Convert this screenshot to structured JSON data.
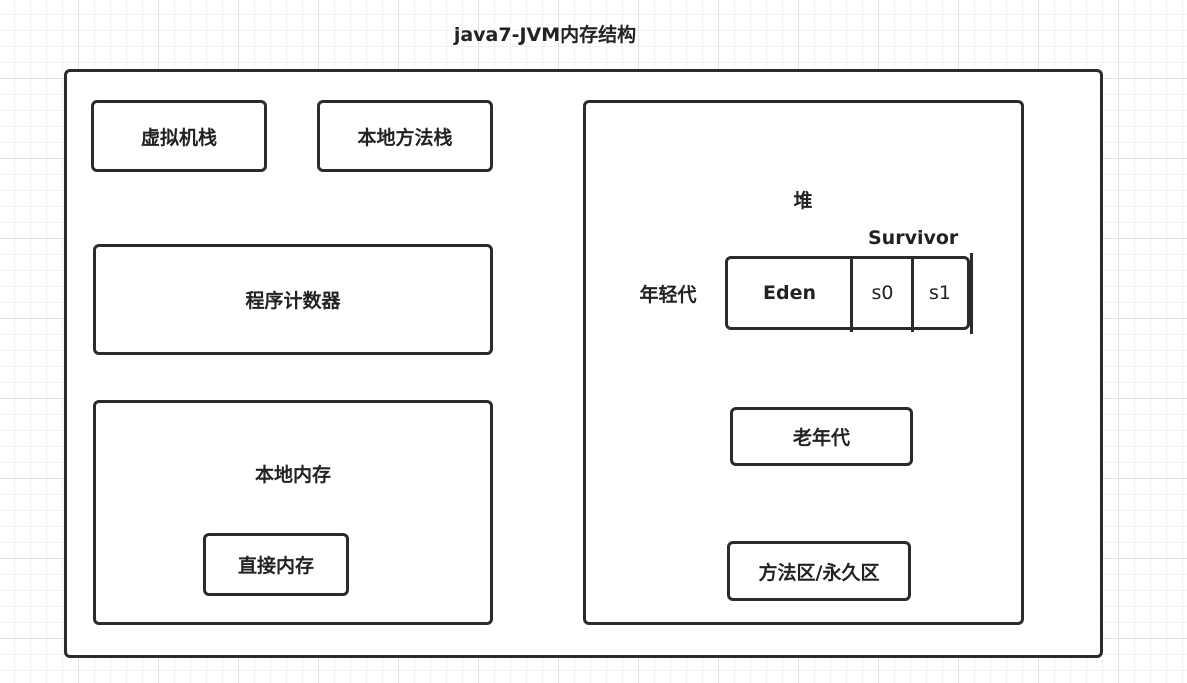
{
  "title": "java7-JVM内存结构",
  "jvm": {
    "vm_stack": "虚拟机栈",
    "native_method_stack": "本地方法栈",
    "program_counter": "程序计数器",
    "native_memory": {
      "label": "本地内存",
      "direct_memory": "直接内存"
    },
    "heap": {
      "label": "堆",
      "young_gen": {
        "label": "年轻代",
        "survivor_label": "Survivor",
        "eden": "Eden",
        "s0": "s0",
        "s1": "s1"
      },
      "old_gen": "老年代",
      "method_area": "方法区/永久区"
    }
  }
}
